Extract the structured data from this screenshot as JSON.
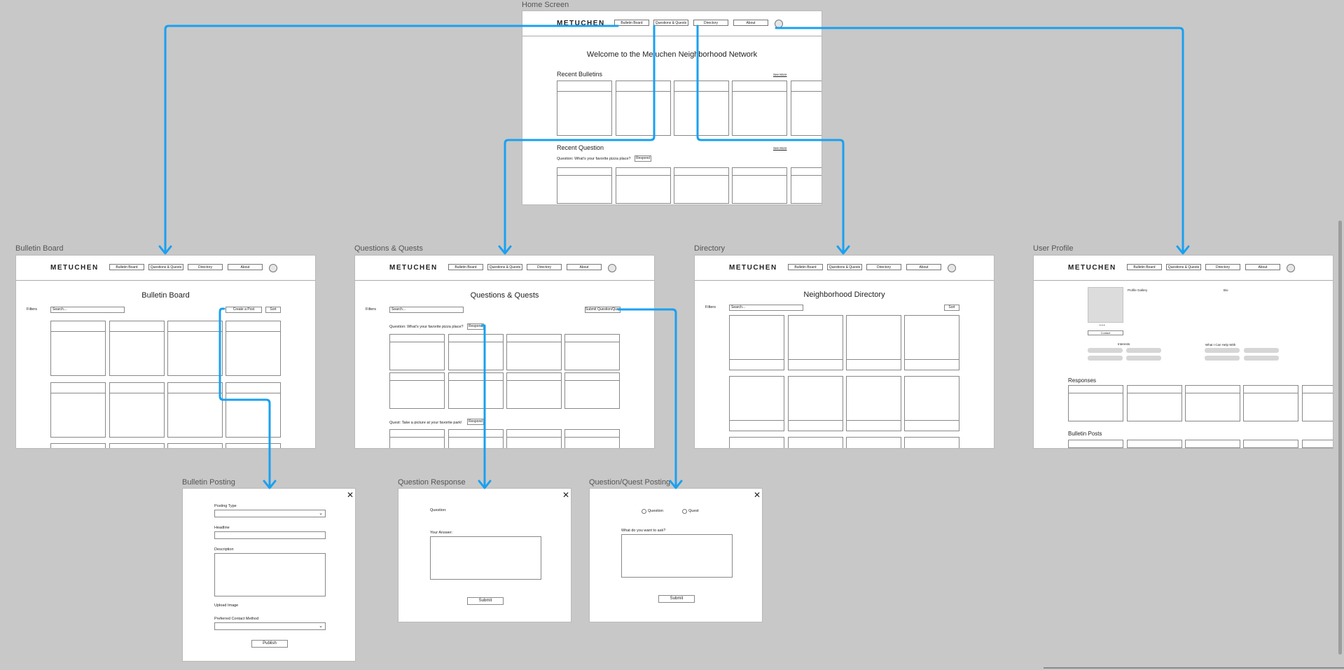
{
  "colors": {
    "canvas": "#c8c8c8",
    "arrow": "#1aa0f0",
    "frame": "#ffffff"
  },
  "frames": {
    "home": {
      "label": "Home Screen",
      "logo": "METUCHEN",
      "nav": [
        "Bulletin Board",
        "Questions & Quests",
        "Directory",
        "About"
      ],
      "title": "Welcome to the Metuchen Neighborhood Network",
      "recent_bulletins": "Recent Bulletins",
      "recent_question": "Recent Question",
      "see_more": "See More",
      "question_text": "Question: What's your favorite pizza place?",
      "respond": "Respond"
    },
    "bulletin": {
      "label": "Bulletin Board",
      "logo": "METUCHEN",
      "nav": [
        "Bulletin Board",
        "Questions & Quests",
        "Directory",
        "About"
      ],
      "title": "Bulletin Board",
      "filters": "Filters",
      "search": "Search...",
      "create": "Create a Post",
      "sort": "Sort"
    },
    "questions": {
      "label": "Questions & Quests",
      "logo": "METUCHEN",
      "nav": [
        "Bulletin Board",
        "Questions & Quests",
        "Directory",
        "About"
      ],
      "title": "Questions & Quests",
      "filters": "Filters",
      "search": "Search...",
      "submit": "Submit Question/Quest",
      "question": "Question: What's your favorite pizza place?",
      "quest": "Quest: Take a picture at your favorite park!",
      "respond": "Respond"
    },
    "directory": {
      "label": "Directory",
      "logo": "METUCHEN",
      "nav": [
        "Bulletin Board",
        "Questions & Quests",
        "Directory",
        "About"
      ],
      "title": "Neighborhood Directory",
      "filters": "Filters",
      "search": "Search...",
      "sort": "Sort"
    },
    "profile": {
      "label": "User Profile",
      "logo": "METUCHEN",
      "nav": [
        "Bulletin Board",
        "Questions & Quests",
        "Directory",
        "About"
      ],
      "gallery": "Profile Gallery",
      "bio": "Bio",
      "dots": "• • •",
      "contact": "Contact",
      "interests": "Interests",
      "help": "What I Can Help With",
      "responses": "Responses",
      "bulletin_posts": "Bulletin Posts"
    },
    "bulletin_posting": {
      "label": "Bulletin Posting",
      "close": "✕",
      "posting_type": "Posting Type",
      "headline": "Headline",
      "description": "Description",
      "upload": "Upload Image",
      "contact": "Preferred Contact Method",
      "publish": "Publish"
    },
    "question_response": {
      "label": "Question Response",
      "close": "✕",
      "question": "Question:",
      "answer": "Your Answer:",
      "submit": "Submit"
    },
    "quest_posting": {
      "label": "Question/Quest Posting",
      "close": "✕",
      "opt_question": "Question",
      "opt_quest": "Quest",
      "prompt": "What do you want to ask?",
      "submit": "Submit"
    }
  }
}
